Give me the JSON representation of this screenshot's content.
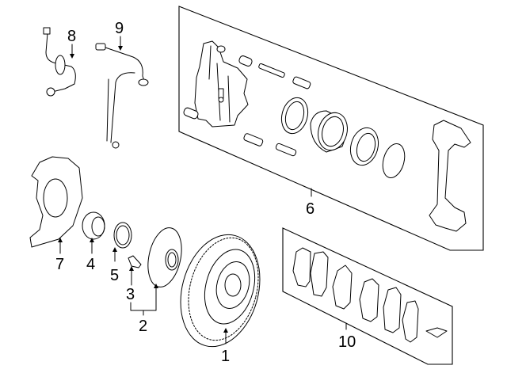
{
  "title": "Front brake components exploded diagram",
  "colors": {
    "line": "#000000",
    "background": "#ffffff"
  },
  "callouts": [
    {
      "id": "1",
      "part": "brake-rotor"
    },
    {
      "id": "2",
      "part": "hub-assembly"
    },
    {
      "id": "3",
      "part": "wheel-stud"
    },
    {
      "id": "4",
      "part": "wheel-bearing"
    },
    {
      "id": "5",
      "part": "snap-ring"
    },
    {
      "id": "6",
      "part": "caliper-assembly"
    },
    {
      "id": "7",
      "part": "splash-shield"
    },
    {
      "id": "8",
      "part": "brake-hose"
    },
    {
      "id": "9",
      "part": "abs-sensor"
    },
    {
      "id": "10",
      "part": "brake-pad-set"
    }
  ]
}
